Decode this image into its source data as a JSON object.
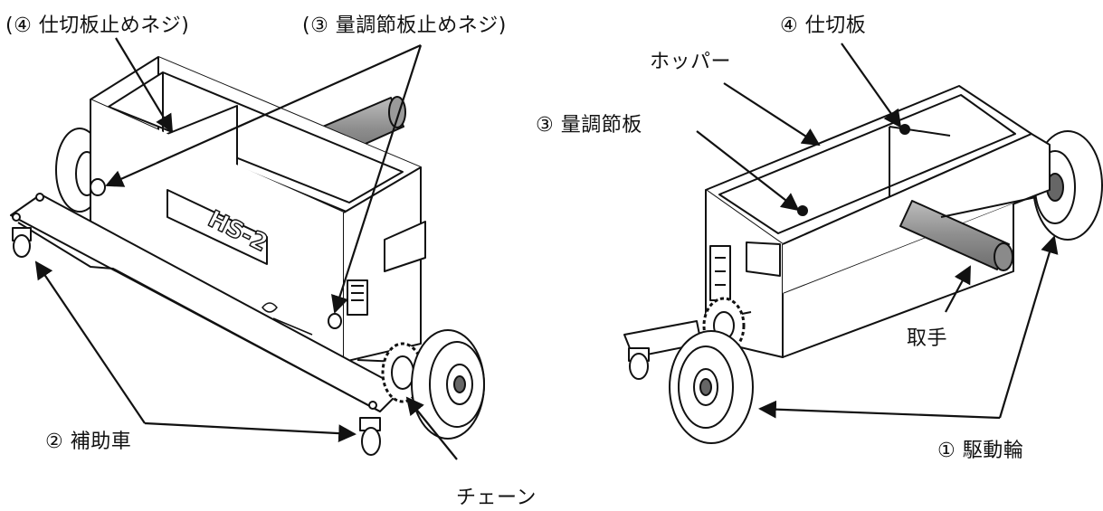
{
  "labels": {
    "partition_screw": "(④ 仕切板止めネジ)",
    "adjust_screw": "(③ 量調節板止めネジ)",
    "partition": "④ 仕切板",
    "hopper": "ホッパー",
    "adjust_plate": "③ 量調節板",
    "handle": "取手",
    "aux_wheel": "② 補助車",
    "drive_wheel": "① 駆動輪",
    "chain": "チェーン"
  },
  "machine": {
    "model_plate": "HS-2"
  }
}
